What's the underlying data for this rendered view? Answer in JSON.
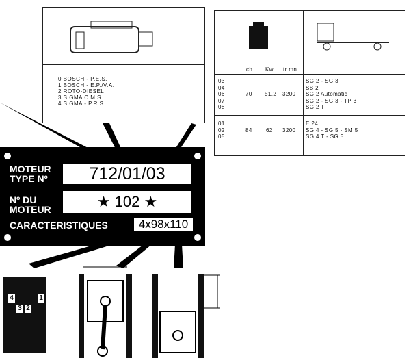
{
  "pump_box": {
    "items": [
      "0  BOSCH - P.E.S.",
      "1  BOSCH - E.P./V.A.",
      "2  ROTO-DIESEL",
      "3  SIGMA C.M.S.",
      "4  SIGMA - P.R.S."
    ]
  },
  "table": {
    "headers": [
      "",
      "ch",
      "Kw",
      "tr mn",
      ""
    ],
    "rows": [
      {
        "codes": [
          "03",
          "04",
          "06",
          "07",
          "08"
        ],
        "ch": "70",
        "kw": "51.2",
        "rpm": "3200",
        "models": [
          "SG 2 - SG 3",
          "SB 2",
          "SG 2 Automatic",
          "SG 2 - SG 3 - TP 3",
          "SG 2 T"
        ]
      },
      {
        "codes": [
          "01",
          "02",
          "05"
        ],
        "ch": "84",
        "kw": "62",
        "rpm": "3200",
        "models": [
          "E 24",
          "SG 4 - SG 5 - SM 5",
          "SG 4 T - SG 5"
        ]
      }
    ]
  },
  "plate": {
    "type_label_1": "MOTEUR",
    "type_label_2": "TYPE Nº",
    "type_value": "712/01/03",
    "num_label_1": "Nº  DU",
    "num_label_2": "MOTEUR",
    "num_value": "★ 102 ★",
    "char_label": "CARACTERISTIQUES",
    "char_value": "4x98x110"
  },
  "cylinders": [
    "4",
    "3",
    "2",
    "1"
  ]
}
